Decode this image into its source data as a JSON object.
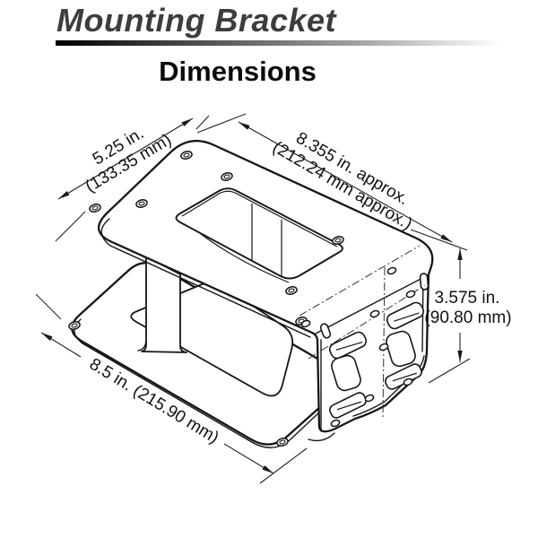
{
  "header": {
    "title": "Mounting Bracket",
    "subtitle": "Dimensions"
  },
  "dimensions": {
    "top_width": {
      "line1": "5.25 in.",
      "line2": "(133.35 mm)"
    },
    "top_length": {
      "line1": "8.355 in. approx.",
      "line2": "(212.24 mm approx.)"
    },
    "height": {
      "line1": "3.575 in.",
      "line2": "(90.80 mm)"
    },
    "base_length": {
      "label": "8.5 in. (215.90 mm)"
    }
  },
  "colors": {
    "line_art": "#161616",
    "title_gray": "#3d3d3d",
    "rule_gradient_start": "#000000",
    "rule_gradient_end": "#ffffff"
  }
}
